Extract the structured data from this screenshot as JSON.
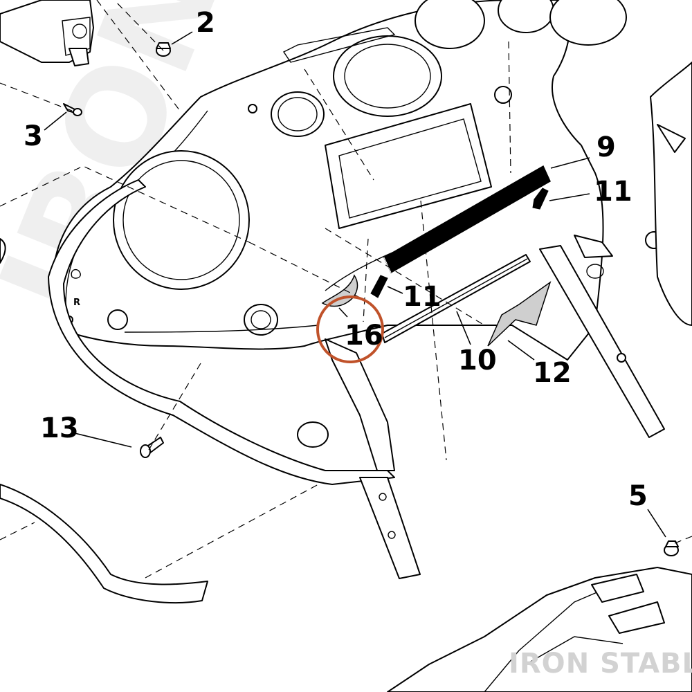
{
  "diagram": {
    "watermark_large": "IRON",
    "watermark_brand": "IRON STABLE",
    "highlight_color": "#c0522a",
    "highlighted_part": "16",
    "side_marker": "R",
    "callouts": [
      {
        "id": "2",
        "label": "2"
      },
      {
        "id": "3",
        "label": "3"
      },
      {
        "id": "9",
        "label": "9"
      },
      {
        "id": "11a",
        "label": "11"
      },
      {
        "id": "11b",
        "label": "11"
      },
      {
        "id": "16",
        "label": "16"
      },
      {
        "id": "10",
        "label": "10"
      },
      {
        "id": "12",
        "label": "12"
      },
      {
        "id": "13",
        "label": "13"
      },
      {
        "id": "5",
        "label": "5"
      }
    ]
  }
}
